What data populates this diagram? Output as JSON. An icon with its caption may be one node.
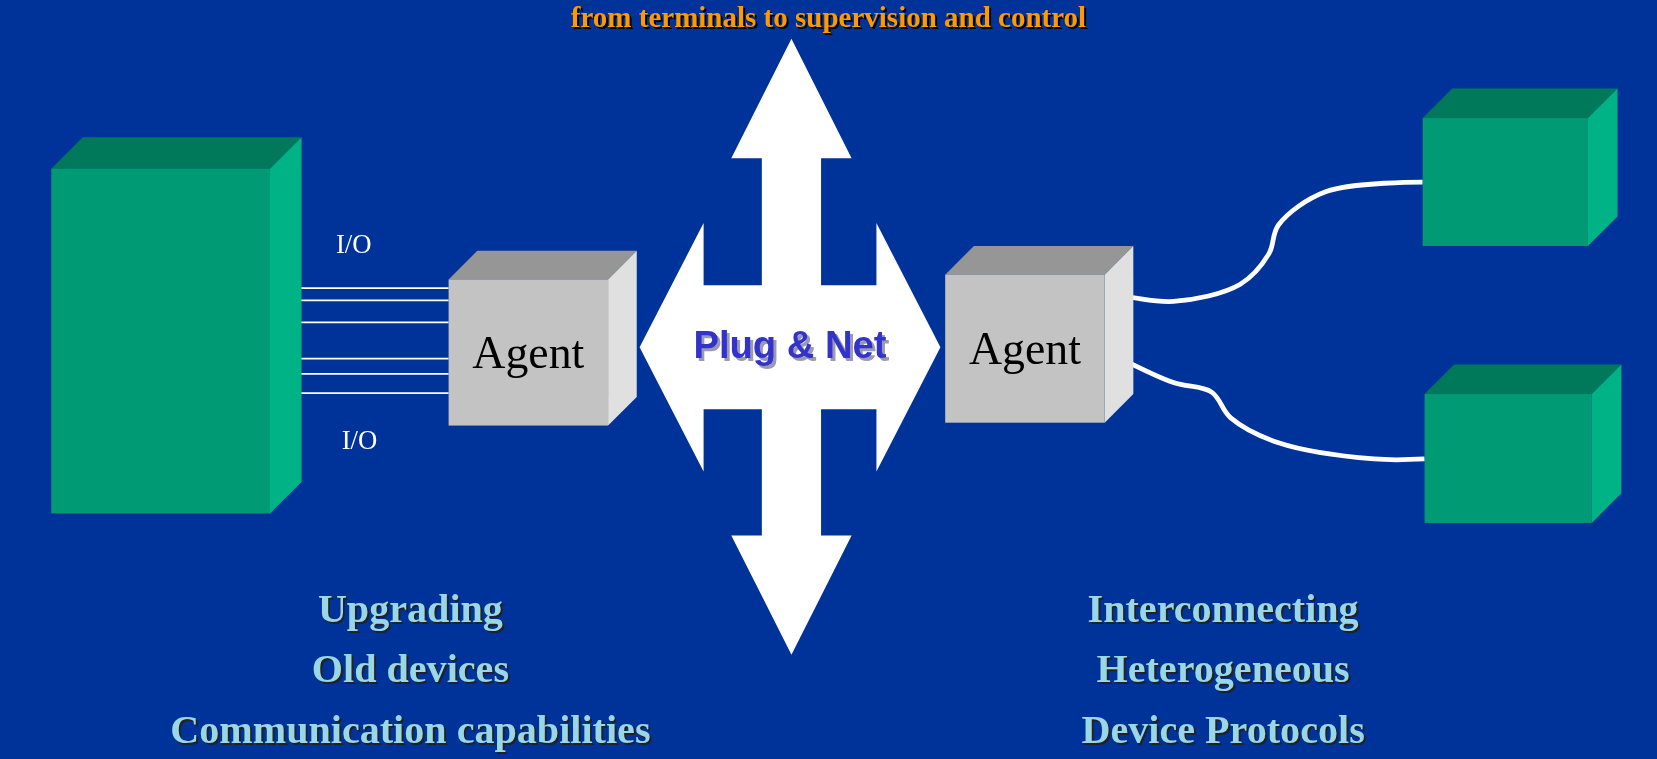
{
  "diagram": {
    "title": "from terminals to supervision and control",
    "nodes": [
      {
        "text": [],
        "shape": "box"
      },
      {
        "text": [
          "Agent"
        ]
      },
      {
        "text": [
          "Plug & Net"
        ]
      },
      {
        "text": [
          "Agent"
        ]
      },
      {
        "text": [],
        "shape": "box"
      },
      {
        "text": [],
        "shape": "box"
      }
    ],
    "edges": [
      {
        "from": 0,
        "to": 1,
        "arrow": "none"
      },
      {
        "from": 0,
        "to": 1,
        "arrow": "none"
      },
      {
        "from": 0,
        "to": 1,
        "arrow": "none"
      },
      {
        "from": 0,
        "to": 1,
        "arrow": "none"
      },
      {
        "from": 0,
        "to": 1,
        "arrow": "none"
      },
      {
        "from": 0,
        "to": 1,
        "arrow": "none"
      },
      {
        "from": 3,
        "to": 4,
        "arrow": "none",
        "style": "thick"
      },
      {
        "from": 3,
        "to": 5,
        "arrow": "none",
        "style": "thick"
      }
    ],
    "labels": [
      "I/O",
      "I/O",
      "Upgrading",
      "Old devices",
      "Communication capabilities",
      "Interconnecting",
      "Heterogeneous",
      "Device Protocols"
    ]
  }
}
